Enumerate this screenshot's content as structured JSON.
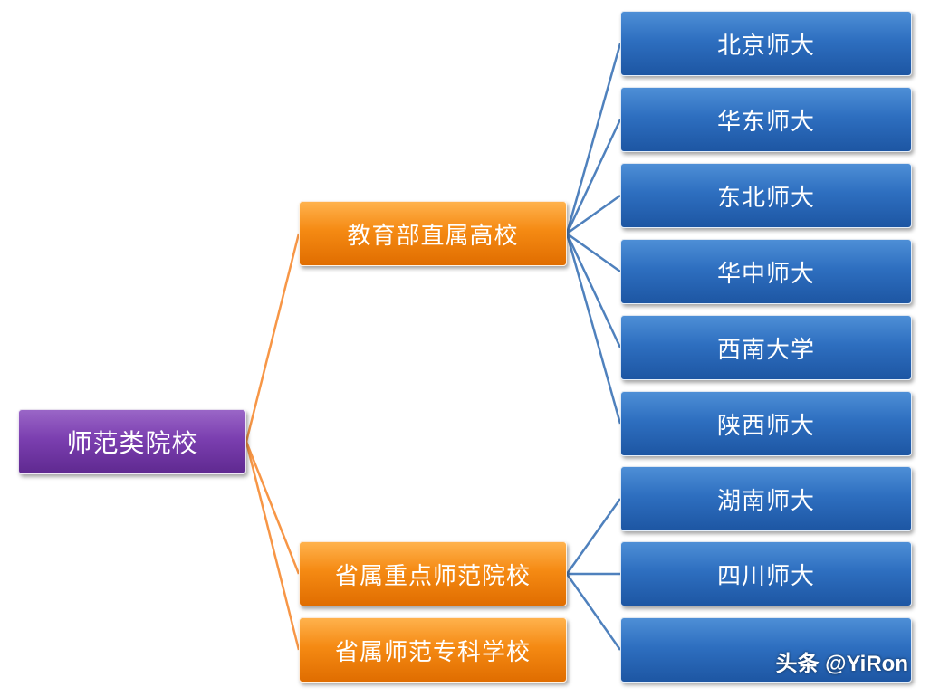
{
  "root": {
    "label": "师范类院校"
  },
  "categories": [
    {
      "label": "教育部直属高校"
    },
    {
      "label": "省属重点师范院校"
    },
    {
      "label": "省属师范专科学校"
    }
  ],
  "universities": [
    {
      "label": "北京师大"
    },
    {
      "label": "华东师大"
    },
    {
      "label": "东北师大"
    },
    {
      "label": "华中师大"
    },
    {
      "label": "西南大学"
    },
    {
      "label": "陕西师大"
    },
    {
      "label": "湖南师大"
    },
    {
      "label": "四川师大"
    },
    {
      "label": ""
    }
  ],
  "watermark": "头条 @YiRon",
  "colors": {
    "root": "#7b3fb0",
    "category": "#f58a13",
    "university": "#2e6fc0",
    "orange_connector": "#f79646",
    "blue_connector": "#4f81bd"
  }
}
